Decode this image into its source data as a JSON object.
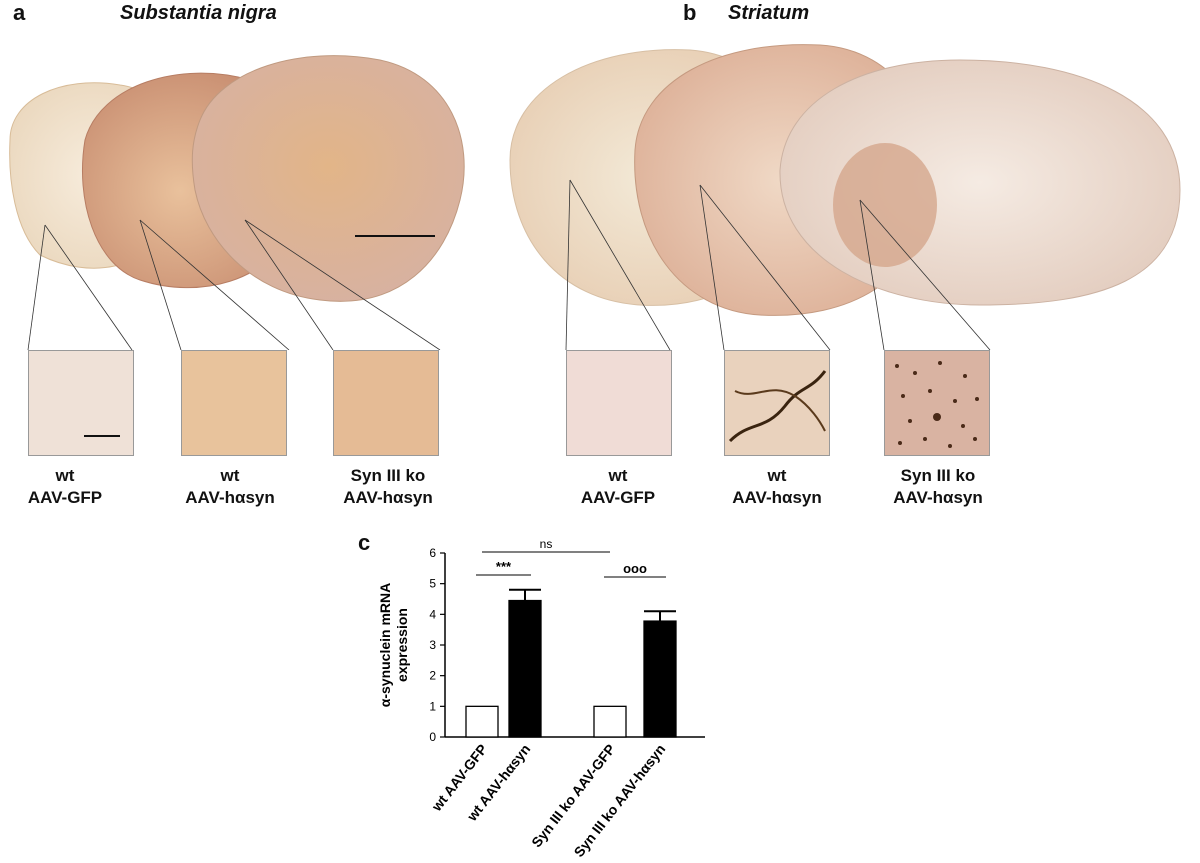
{
  "panel_a": {
    "letter": "a",
    "title": "Substantia nigra",
    "captions": [
      {
        "line1": "wt",
        "line2": "AAV-GFP"
      },
      {
        "line1": "wt",
        "line2": "AAV-hαsyn"
      },
      {
        "line1": "Syn III ko",
        "line2": "AAV-hαsyn"
      }
    ]
  },
  "panel_b": {
    "letter": "b",
    "title": "Striatum",
    "captions": [
      {
        "line1": "wt",
        "line2": "AAV-GFP"
      },
      {
        "line1": "wt",
        "line2": "AAV-hαsyn"
      },
      {
        "line1": "Syn III ko",
        "line2": "AAV-hαsyn"
      }
    ]
  },
  "panel_c": {
    "letter": "c"
  },
  "chart_data": {
    "type": "bar",
    "title": "",
    "ylabel_line1": "α-synuclein mRNA",
    "ylabel_line2": "expression",
    "ylim": [
      0,
      6
    ],
    "yticks": [
      "0",
      "1",
      "2",
      "3",
      "4",
      "5",
      "6"
    ],
    "categories": [
      "wt AAV-GFP",
      "wt AAV-hαsyn",
      "Syn III ko AAV-GFP",
      "Syn III ko AAV-hαsyn"
    ],
    "values": [
      1.0,
      4.45,
      1.0,
      3.78
    ],
    "errors": [
      0,
      0.35,
      0,
      0.32
    ],
    "bar_fill": [
      "white",
      "black",
      "white",
      "black"
    ],
    "annotations": [
      {
        "text": "***",
        "from": 0,
        "to": 1
      },
      {
        "text": "ooo",
        "from": 2,
        "to": 3
      },
      {
        "text": "ns",
        "from": 0,
        "to": 2
      }
    ]
  }
}
